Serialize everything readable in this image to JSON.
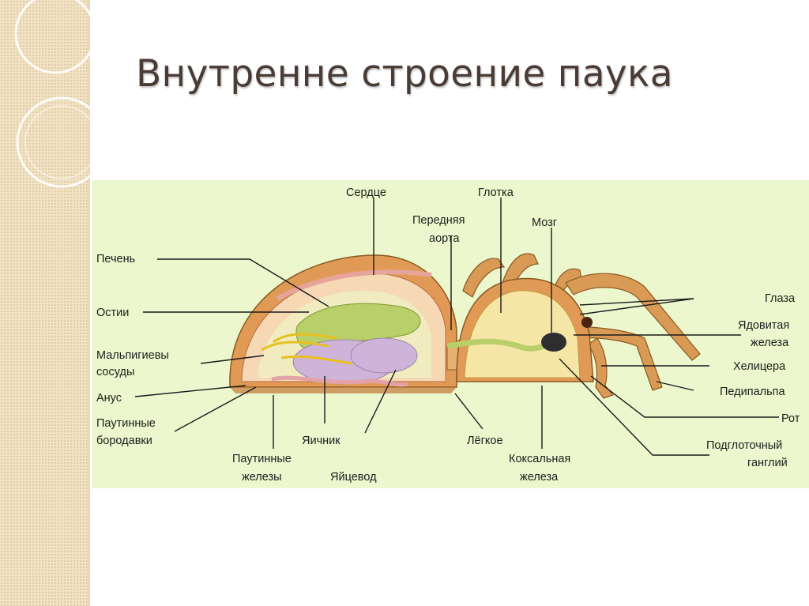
{
  "slide": {
    "title": "Внутренне строение паука"
  },
  "diagram": {
    "labels": {
      "heart": "Сердце",
      "pharynx": "Глотка",
      "front_aorta_1": "Передняя",
      "front_aorta_2": "аорта",
      "brain": "Мозг",
      "liver": "Печень",
      "ostia": "Остии",
      "malpighian_1": "Мальпигиевы",
      "malpighian_2": "сосуды",
      "anus": "Анус",
      "spinnerets_1": "Паутинные",
      "spinnerets_2": "бородавки",
      "silk_glands_1": "Паутинные",
      "silk_glands_2": "железы",
      "ovary": "Яичник",
      "oviduct": "Яйцевод",
      "lung": "Лёгкое",
      "coxal_1": "Коксальная",
      "coxal_2": "железа",
      "eyes": "Глаза",
      "venom_1": "Ядовитая",
      "venom_2": "железа",
      "chelicera": "Хелицера",
      "pedipalp": "Педипальпа",
      "mouth": "Рот",
      "subpharyngeal_1": "Подглоточный",
      "subpharyngeal_2": "ганглий"
    }
  }
}
